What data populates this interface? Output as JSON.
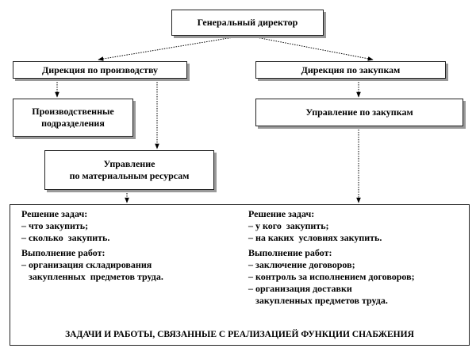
{
  "nodes": {
    "general_director": "Генеральный директор",
    "production_directorate": "Дирекция по производству",
    "procurement_directorate": "Дирекция по закупкам",
    "production_divisions": [
      "Производственные",
      "подразделения"
    ],
    "procurement_management": "Управление по закупкам",
    "material_resources_management": [
      "Управление",
      "по материальным ресурсам"
    ]
  },
  "left_column": {
    "tasks_heading": "Решение задач:",
    "tasks": [
      "– что закупить;",
      "– сколько  закупить."
    ],
    "works_heading": "Выполнение работ:",
    "works": [
      "– организация складирования",
      "   закупленных  предметов труда."
    ]
  },
  "right_column": {
    "tasks_heading": "Решение задач:",
    "tasks": [
      "– у кого  закупить;",
      "– на каких  условиях закупить."
    ],
    "works_heading": "Выполнение работ:",
    "works": [
      "– заключение договоров;",
      "– контроль за исполнением договоров;",
      "– организация доставки",
      "   закупленных предметов труда."
    ]
  },
  "footer": "ЗАДАЧИ И РАБОТЫ, СВЯЗАННЫЕ С РЕАЛИЗАЦИЕЙ ФУНКЦИИ СНАБЖЕНИЯ"
}
